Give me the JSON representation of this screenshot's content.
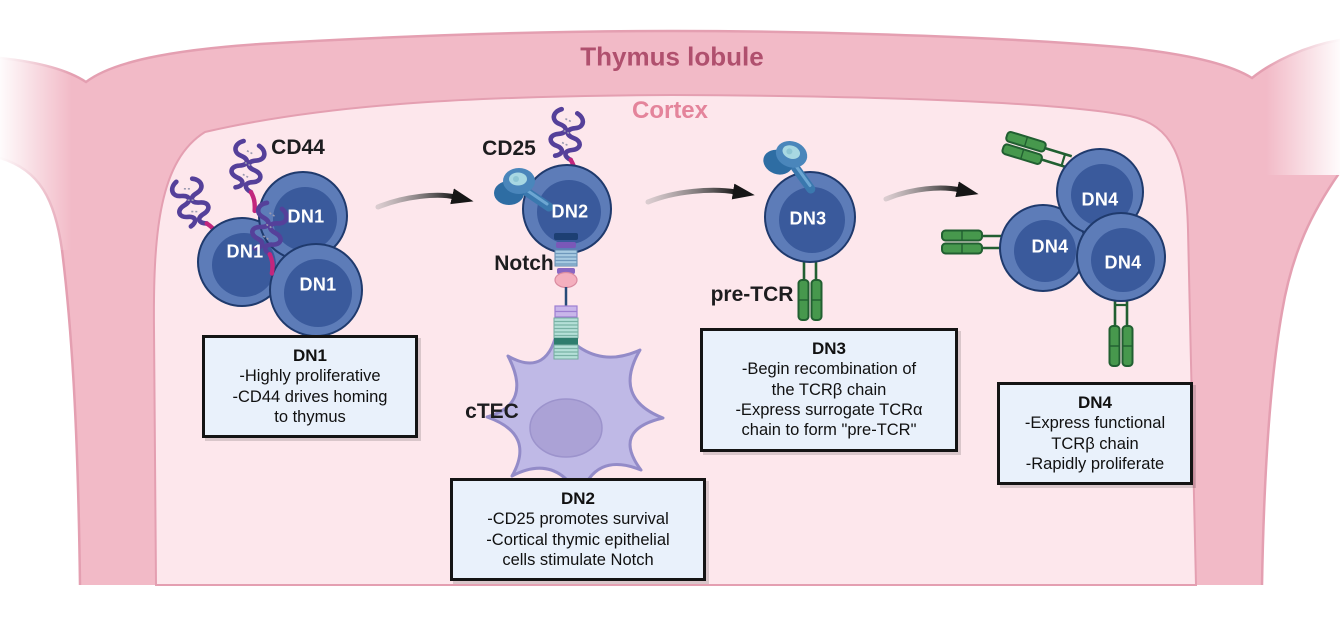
{
  "title": "Thymus lobule",
  "region_label": "Cortex",
  "receptor_labels": {
    "cd44": "CD44",
    "cd25": "CD25",
    "notch": "Notch",
    "ctec": "cTEC",
    "pre_tcr": "pre-TCR"
  },
  "cell_labels": {
    "dn1": "DN1",
    "dn2": "DN2",
    "dn3": "DN3",
    "dn4": "DN4"
  },
  "stage_boxes": [
    {
      "title": "DN1",
      "lines": [
        "-Highly proliferative",
        "-CD44 drives homing",
        "to thymus"
      ]
    },
    {
      "title": "DN2",
      "lines": [
        "-CD25 promotes survival",
        "-Cortical thymic epithelial",
        "cells stimulate Notch"
      ]
    },
    {
      "title": "DN3",
      "lines": [
        "-Begin recombination of",
        "the TCRβ chain",
        "-Express surrogate TCRα",
        "chain to form \"pre-TCR\""
      ]
    },
    {
      "title": "DN4",
      "lines": [
        "-Express functional",
        "TCRβ chain",
        "-Rapidly proliferate"
      ]
    }
  ],
  "icons": {
    "arrow": "curved-right-arrow",
    "cd44": "cd44-receptor-squiggle",
    "cd25": "cd25-receptor",
    "notch": "notch-receptor-chain",
    "pre_tcr": "pre-tcr-receptor",
    "ctec": "cortical-thymic-epithelial-cell"
  },
  "colors": {
    "capsule": "#f2bac7",
    "capsule_edge": "#e49fb1",
    "cortex": "#fde7ec",
    "title": "#b0506e",
    "cortex_label": "#e4849b",
    "label_text": "#1d1d1f",
    "box_bg": "#e9f1fb",
    "box_border": "#141414",
    "box_text": "#111111",
    "cell_ring": "#5d7cb8",
    "cell_inner": "#3a5a9c",
    "cell_outline": "#1f3a6d",
    "cell_label": "#ffffff",
    "arrow": "#161616",
    "purple": "#55409a",
    "magenta": "#c2267d",
    "green": "#47984d",
    "green_dark": "#215f31",
    "ctec_body": "#bfb9e6",
    "ctec_outline": "#938bc8",
    "ctec_nucleus": "#aba2d6"
  }
}
